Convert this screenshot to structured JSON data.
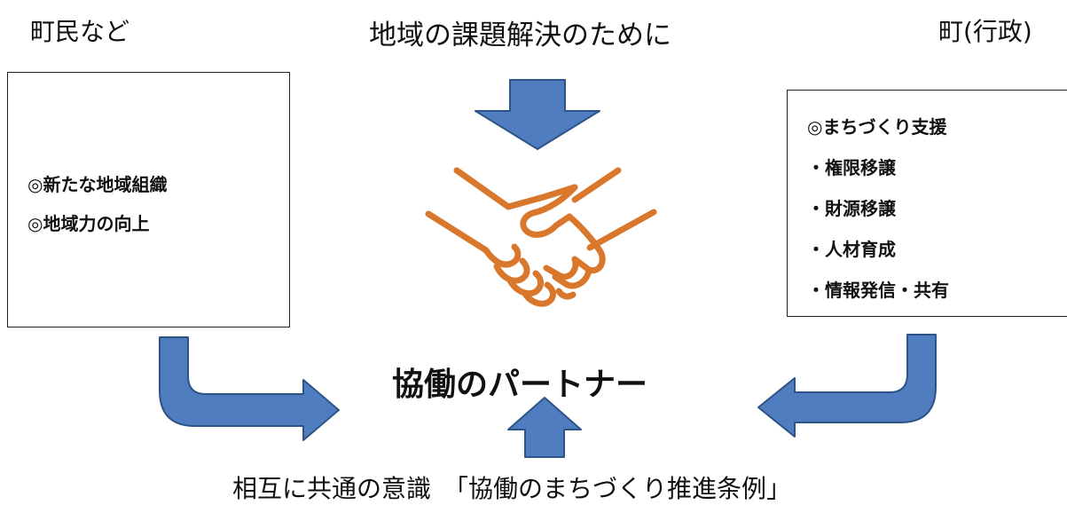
{
  "headings": {
    "left": "町民など",
    "top": "地域の課題解決のために",
    "right": "町(行政)"
  },
  "left_box": {
    "items": [
      "◎新たな地域組織",
      "◎地域力の向上"
    ]
  },
  "right_box": {
    "items": [
      "◎まちづくり支援",
      "・権限移譲",
      "・財源移譲",
      "・人材育成",
      "・情報発信・共有"
    ]
  },
  "center_title": "協働のパートナー",
  "bottom_caption": "相互に共通の意識　「協働のまちづくり推進条例」",
  "colors": {
    "arrow_fill": "#4f7dbf",
    "arrow_stroke": "#2e5487",
    "handshake": "#d9782d"
  },
  "icons": {
    "arrow_down": "arrow-down-icon",
    "handshake": "handshake-icon",
    "arrow_curved_left_to_right": "curved-arrow-right-icon",
    "arrow_curved_right_to_left": "curved-arrow-left-icon",
    "arrow_up": "arrow-up-icon"
  }
}
